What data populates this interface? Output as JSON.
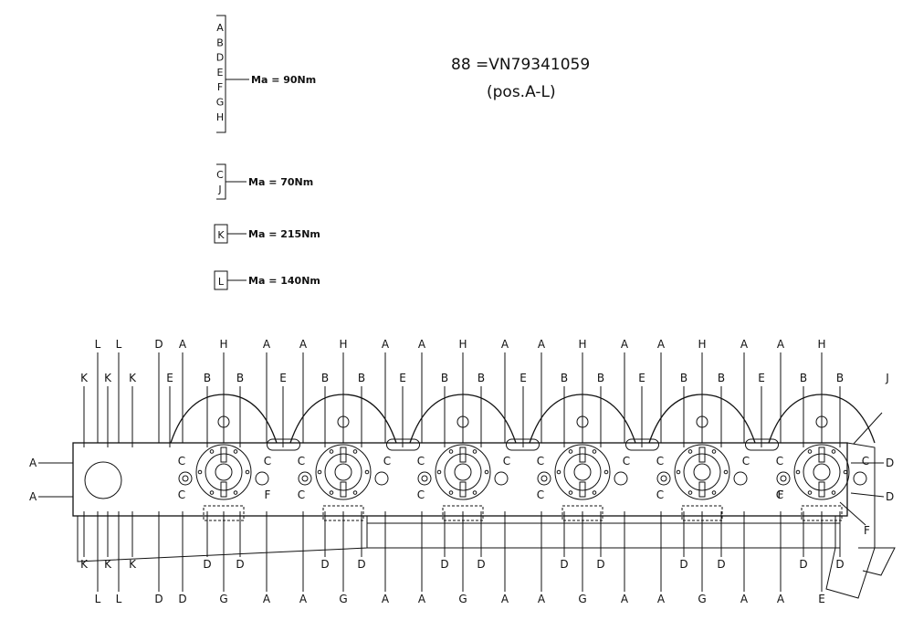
{
  "legend": {
    "groups": [
      {
        "letters": [
          "A",
          "B",
          "D",
          "E",
          "F",
          "G",
          "H"
        ],
        "torque": "Ma = 90Nm"
      },
      {
        "letters": [
          "C",
          "J"
        ],
        "torque": "Ma = 70Nm"
      },
      {
        "letters": [
          "K"
        ],
        "torque": "Ma = 215Nm"
      },
      {
        "letters": [
          "L"
        ],
        "torque": "Ma = 140Nm"
      }
    ]
  },
  "part_ref": {
    "number": "88 =VN79341059",
    "positions": "(pos.A-L)"
  },
  "labels": {
    "top_row1": [
      "L",
      "L",
      "D",
      "A",
      "H",
      "A",
      "A",
      "H",
      "A",
      "A",
      "H",
      "A",
      "A",
      "H",
      "A",
      "A",
      "H",
      "A",
      "A",
      "H"
    ],
    "top_row2": [
      "K",
      "K",
      "K",
      "E",
      "B",
      "B",
      "E",
      "B",
      "B",
      "E",
      "B",
      "B",
      "E",
      "B",
      "B",
      "E",
      "B",
      "B",
      "E",
      "B",
      "B",
      "J"
    ],
    "left_side": [
      "A",
      "A"
    ],
    "right_side": [
      "D",
      "D",
      "F"
    ],
    "bottom_row1": [
      "K",
      "K",
      "K",
      "D",
      "D",
      "D",
      "D",
      "D",
      "D",
      "D",
      "D",
      "D",
      "D",
      "D",
      "D"
    ],
    "bottom_row2": [
      "L",
      "L",
      "D",
      "D",
      "G",
      "A",
      "A",
      "G",
      "A",
      "A",
      "G",
      "A",
      "A",
      "G",
      "A",
      "A",
      "G",
      "A",
      "A",
      "E"
    ],
    "inner_c": "C",
    "inner_f": "F"
  }
}
